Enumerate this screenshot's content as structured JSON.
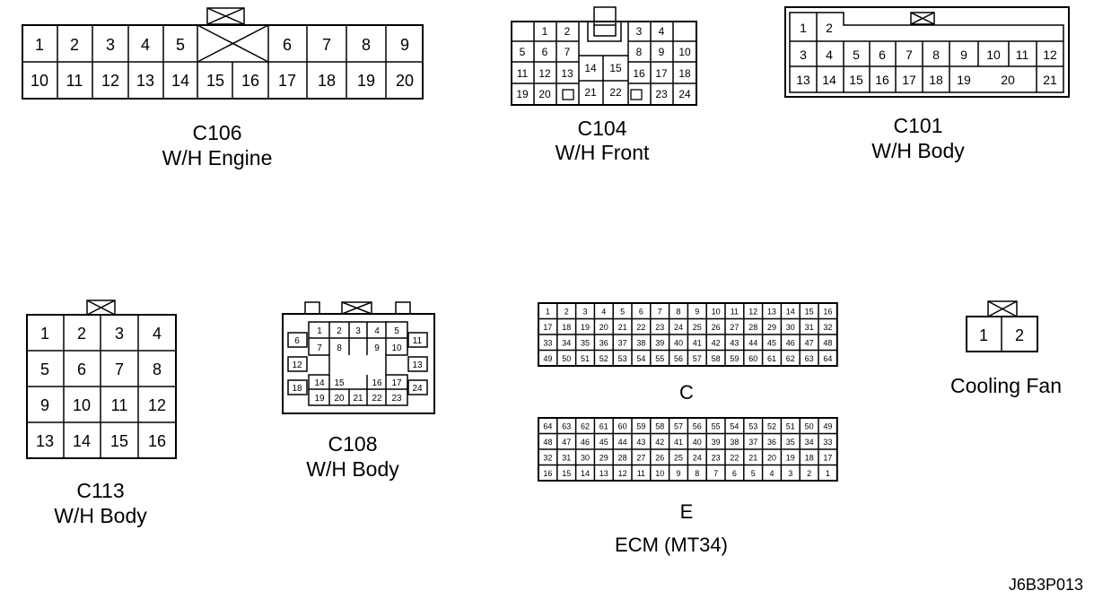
{
  "connectors": {
    "c106": {
      "code": "C106",
      "name": "W/H Engine",
      "row1": [
        "1",
        "2",
        "3",
        "4",
        "5",
        "6",
        "7",
        "8",
        "9"
      ],
      "row2": [
        "10",
        "11",
        "12",
        "13",
        "14",
        "15",
        "16",
        "17",
        "18",
        "19",
        "20"
      ]
    },
    "c104": {
      "code": "C104",
      "name": "W/H Front",
      "pins": [
        "1",
        "2",
        "3",
        "4",
        "5",
        "6",
        "7",
        "8",
        "9",
        "10",
        "11",
        "12",
        "13",
        "14",
        "15",
        "16",
        "17",
        "18",
        "19",
        "20",
        "21",
        "22",
        "23",
        "24"
      ]
    },
    "c101": {
      "code": "C101",
      "name": "W/H Body",
      "pins": [
        "1",
        "2",
        "3",
        "4",
        "5",
        "6",
        "7",
        "8",
        "9",
        "10",
        "11",
        "12",
        "13",
        "14",
        "15",
        "16",
        "17",
        "18",
        "19",
        "20",
        "21"
      ]
    },
    "c113": {
      "code": "C113",
      "name": "W/H Body",
      "pins": [
        "1",
        "2",
        "3",
        "4",
        "5",
        "6",
        "7",
        "8",
        "9",
        "10",
        "11",
        "12",
        "13",
        "14",
        "15",
        "16"
      ]
    },
    "c108": {
      "code": "C108",
      "name": "W/H Body",
      "pins": [
        "1",
        "2",
        "3",
        "4",
        "5",
        "6",
        "7",
        "8",
        "9",
        "10",
        "11",
        "12",
        "13",
        "14",
        "15",
        "16",
        "17",
        "18",
        "19",
        "20",
        "21",
        "22",
        "23",
        "24"
      ]
    },
    "ecm": {
      "name": "ECM (MT34)",
      "c_label": "C",
      "e_label": "E",
      "c_rows": [
        [
          "1",
          "2",
          "3",
          "4",
          "5",
          "6",
          "7",
          "8",
          "9",
          "10",
          "11",
          "12",
          "13",
          "14",
          "15",
          "16"
        ],
        [
          "17",
          "18",
          "19",
          "20",
          "21",
          "22",
          "23",
          "24",
          "25",
          "26",
          "27",
          "28",
          "29",
          "30",
          "31",
          "32"
        ],
        [
          "33",
          "34",
          "35",
          "36",
          "37",
          "38",
          "39",
          "40",
          "41",
          "42",
          "43",
          "44",
          "45",
          "46",
          "47",
          "48"
        ],
        [
          "49",
          "50",
          "51",
          "52",
          "53",
          "54",
          "55",
          "56",
          "57",
          "58",
          "59",
          "60",
          "61",
          "62",
          "63",
          "64"
        ]
      ],
      "e_rows": [
        [
          "64",
          "63",
          "62",
          "61",
          "60",
          "59",
          "58",
          "57",
          "56",
          "55",
          "54",
          "53",
          "52",
          "51",
          "50",
          "49"
        ],
        [
          "48",
          "47",
          "46",
          "45",
          "44",
          "43",
          "42",
          "41",
          "40",
          "39",
          "38",
          "37",
          "36",
          "35",
          "34",
          "33"
        ],
        [
          "32",
          "31",
          "30",
          "29",
          "28",
          "27",
          "26",
          "25",
          "24",
          "23",
          "22",
          "21",
          "20",
          "19",
          "18",
          "17"
        ],
        [
          "16",
          "15",
          "14",
          "13",
          "12",
          "11",
          "10",
          "9",
          "8",
          "7",
          "6",
          "5",
          "4",
          "3",
          "2",
          "1"
        ]
      ]
    },
    "fan": {
      "name": "Cooling Fan",
      "pins": [
        "1",
        "2"
      ]
    }
  },
  "figure_id": "J6B3P013"
}
